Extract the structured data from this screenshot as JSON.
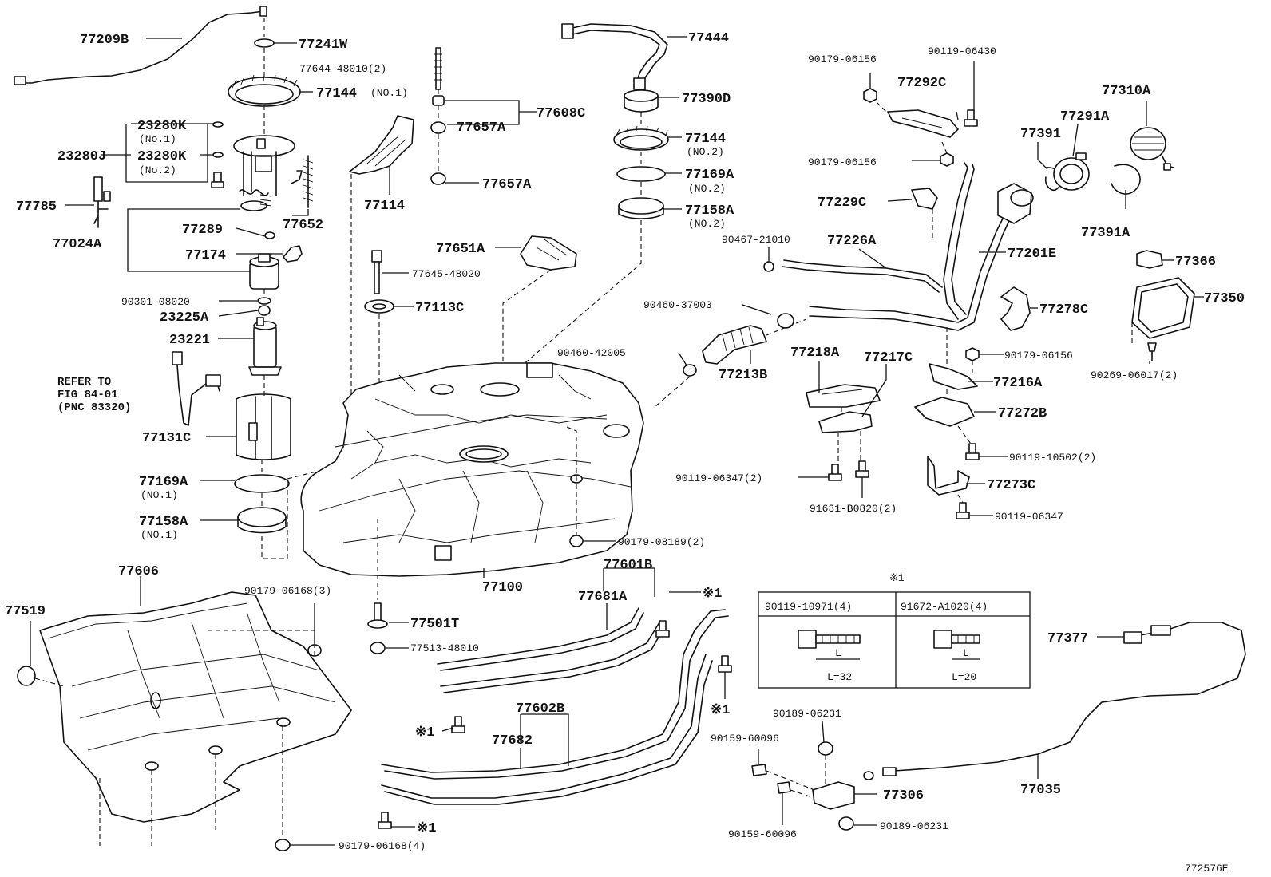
{
  "diagram": {
    "code": "772576E",
    "reference_note": [
      "REFER TO",
      "FIG 84-01",
      "(PNC 83320)"
    ],
    "labels": {
      "p77209B": "77209B",
      "p77241W": "77241W",
      "p77644": "77644-48010(2)",
      "p77144_1": "77144",
      "p77144_1_sub": "(NO.1)",
      "p77608C": "77608C",
      "p77657A_a": "77657A",
      "p77657A_b": "77657A",
      "p23280K_1": "23280K",
      "p23280K_1_sub": "(No.1)",
      "p23280J": "23280J",
      "p23280K_2": "23280K",
      "p23280K_2_sub": "(No.2)",
      "p77785": "77785",
      "p77024A": "77024A",
      "p77289": "77289",
      "p77652": "77652",
      "p77174": "77174",
      "p90301": "90301-08020",
      "p23225A": "23225A",
      "p23221": "23221",
      "p77131C": "77131C",
      "p77169A_1": "77169A",
      "p77169A_1_sub": "(NO.1)",
      "p77158A_1": "77158A",
      "p77158A_1_sub": "(NO.1)",
      "p77114": "77114",
      "p77651A": "77651A",
      "p77645": "77645-48020",
      "p77113C": "77113C",
      "p77444": "77444",
      "p77390D": "77390D",
      "p77144_2": "77144",
      "p77144_2_sub": "(NO.2)",
      "p77169A_2": "77169A",
      "p77169A_2_sub": "(NO.2)",
      "p77158A_2": "77158A",
      "p77158A_2_sub": "(NO.2)",
      "p90179_06156_a": "90179-06156",
      "p90119_06430": "90119-06430",
      "p77292C": "77292C",
      "p90179_06156_b": "90179-06156",
      "p77229C": "77229C",
      "p90467": "90467-21010",
      "p77226A": "77226A",
      "p77391": "77391",
      "p77291A": "77291A",
      "p77310A": "77310A",
      "p77391A": "77391A",
      "p77201E": "77201E",
      "p77366": "77366",
      "p77350": "77350",
      "p90460_37003": "90460-37003",
      "p77278C": "77278C",
      "p90460_42005": "90460-42005",
      "p77213B": "77213B",
      "p77218A": "77218A",
      "p77217C": "77217C",
      "p90179_06156_c": "90179-06156",
      "p90269": "90269-06017(2)",
      "p77216A": "77216A",
      "p77272B": "77272B",
      "p90119_10502": "90119-10502(2)",
      "p90119_06347_2": "90119-06347(2)",
      "p77273C": "77273C",
      "p91631": "91631-B0820(2)",
      "p90119_06347": "90119-06347",
      "p90179_08189": "90179-08189(2)",
      "p77100": "77100",
      "p77606": "77606",
      "p77519": "77519",
      "p90179_06168_3": "90179-06168(3)",
      "p77501T": "77501T",
      "p77513": "77513-48010",
      "p77601B": "77601B",
      "p77681A": "77681A",
      "p77602B": "77602B",
      "p77682": "77682",
      "p90179_06168_4": "90179-06168(4)",
      "p77377": "77377",
      "p90189_06231_a": "90189-06231",
      "p90159_60096_a": "90159-60096",
      "p77306": "77306",
      "p90159_60096_b": "90159-60096",
      "p90189_06231_b": "90189-06231",
      "p77035": "77035",
      "mark1_a": "※1",
      "mark1_b": "※1",
      "mark1_c": "※1",
      "mark1_d": "※1"
    },
    "table": {
      "note": "※1",
      "col1_part": "90119-10971(4)",
      "col2_part": "91672-A1020(4)",
      "col1_dim": "L",
      "col2_dim": "L",
      "col1_len": "L=32",
      "col2_len": "L=20"
    }
  }
}
